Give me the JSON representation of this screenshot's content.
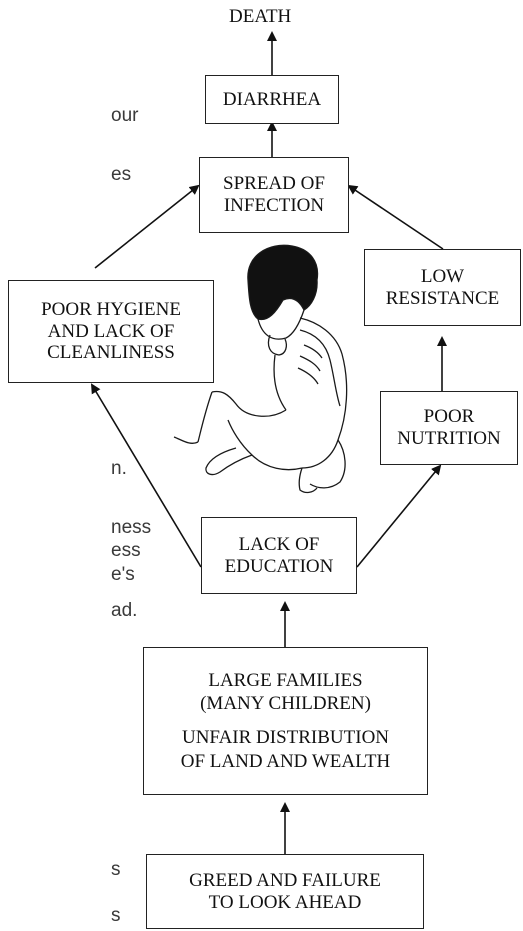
{
  "margin_fragments": [
    "our",
    "es",
    "n.",
    "ness",
    "ess",
    "e's",
    "ad.",
    "s",
    "s"
  ],
  "top": {
    "label": "DEATH"
  },
  "boxes": {
    "diarrhea": [
      "DIARRHEA"
    ],
    "spread": [
      "SPREAD OF",
      "INFECTION"
    ],
    "hygiene": [
      "POOR HYGIENE",
      "AND LACK OF",
      "CLEANLINESS"
    ],
    "resistance": [
      "LOW",
      "RESISTANCE"
    ],
    "nutrition": [
      "POOR",
      "NUTRITION"
    ],
    "education": [
      "LACK OF",
      "EDUCATION"
    ],
    "families": [
      "LARGE FAMILIES",
      "(MANY CHILDREN)",
      "UNFAIR DISTRIBUTION",
      "OF LAND AND WEALTH"
    ],
    "greed": [
      "GREED AND FAILURE",
      "TO LOOK AHEAD"
    ]
  }
}
